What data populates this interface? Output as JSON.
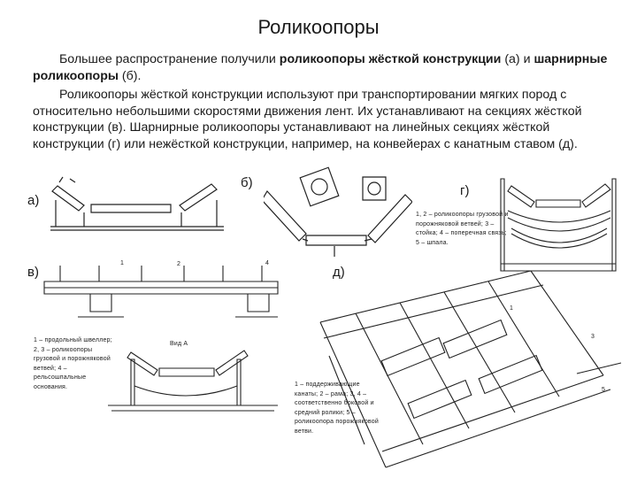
{
  "title": "Роликоопоры",
  "paragraph1": {
    "text1": "Большее распространение получили ",
    "bold1": "роликоопоры жёсткой конструкции",
    "text2": " (а) и ",
    "bold2": "шарнирные роликоопоры",
    "text3": " (б)."
  },
  "paragraph2": "Роликоопоры жёсткой конструкции используют при транспортировании мягких пород с относительно небольшими скоростями движения лент. Их устанавливают на секциях жёсткой конструкции (в). Шарнирные роликоопоры устанавливают на линейных секциях жёсткой конструкции (г) или нежёсткой конструкции, например, на конвейерах с канатным ставом (д).",
  "labels": {
    "a": "а)",
    "b": "б)",
    "v": "в)",
    "g": "г)",
    "d": "д)"
  },
  "legend_g": "1, 2 – роликоопоры грузовой и порожняковой ветвей; 3 – стойка; 4 – поперечная связь; 5 – шпала.",
  "legend_v": "1 – продольный швеллер; 2, 3 – роликоопоры грузовой и порожняковой ветвей; 4 – рельсошпальные основания.",
  "legend_d": "1 – поддерживающие канаты; 2 – рама; 3, 4 – соответственно боковой и средний ролики; 5 – роликоопора порожняковой ветви.",
  "view_label": "Вид А",
  "figure_numbers": {
    "one": "1",
    "two": "2",
    "three": "3",
    "four": "4",
    "five": "5"
  }
}
